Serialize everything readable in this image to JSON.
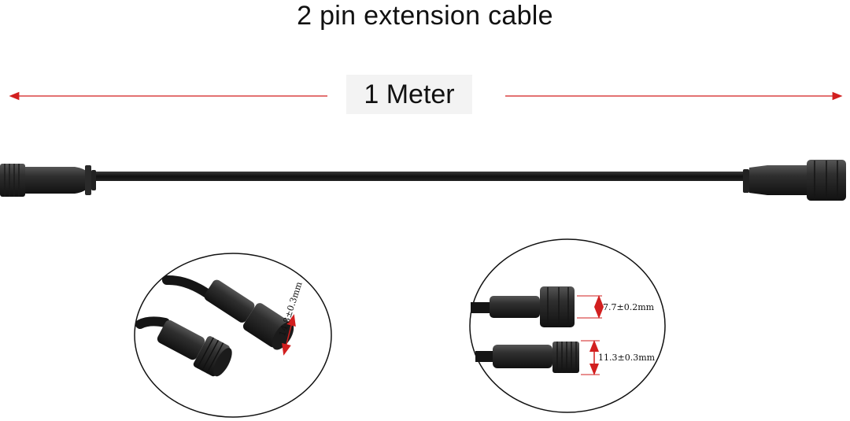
{
  "title": "2 pin extension cable",
  "length_label": "1 Meter",
  "dimensions": {
    "female_connector": "14.8±0.3mm",
    "male_ring": "7.7±0.2mm",
    "male_thread": "11.3±0.3mm"
  },
  "colors": {
    "arrow": "#d21f1f",
    "cable": "#151515",
    "connector": "#2b2b2b"
  }
}
